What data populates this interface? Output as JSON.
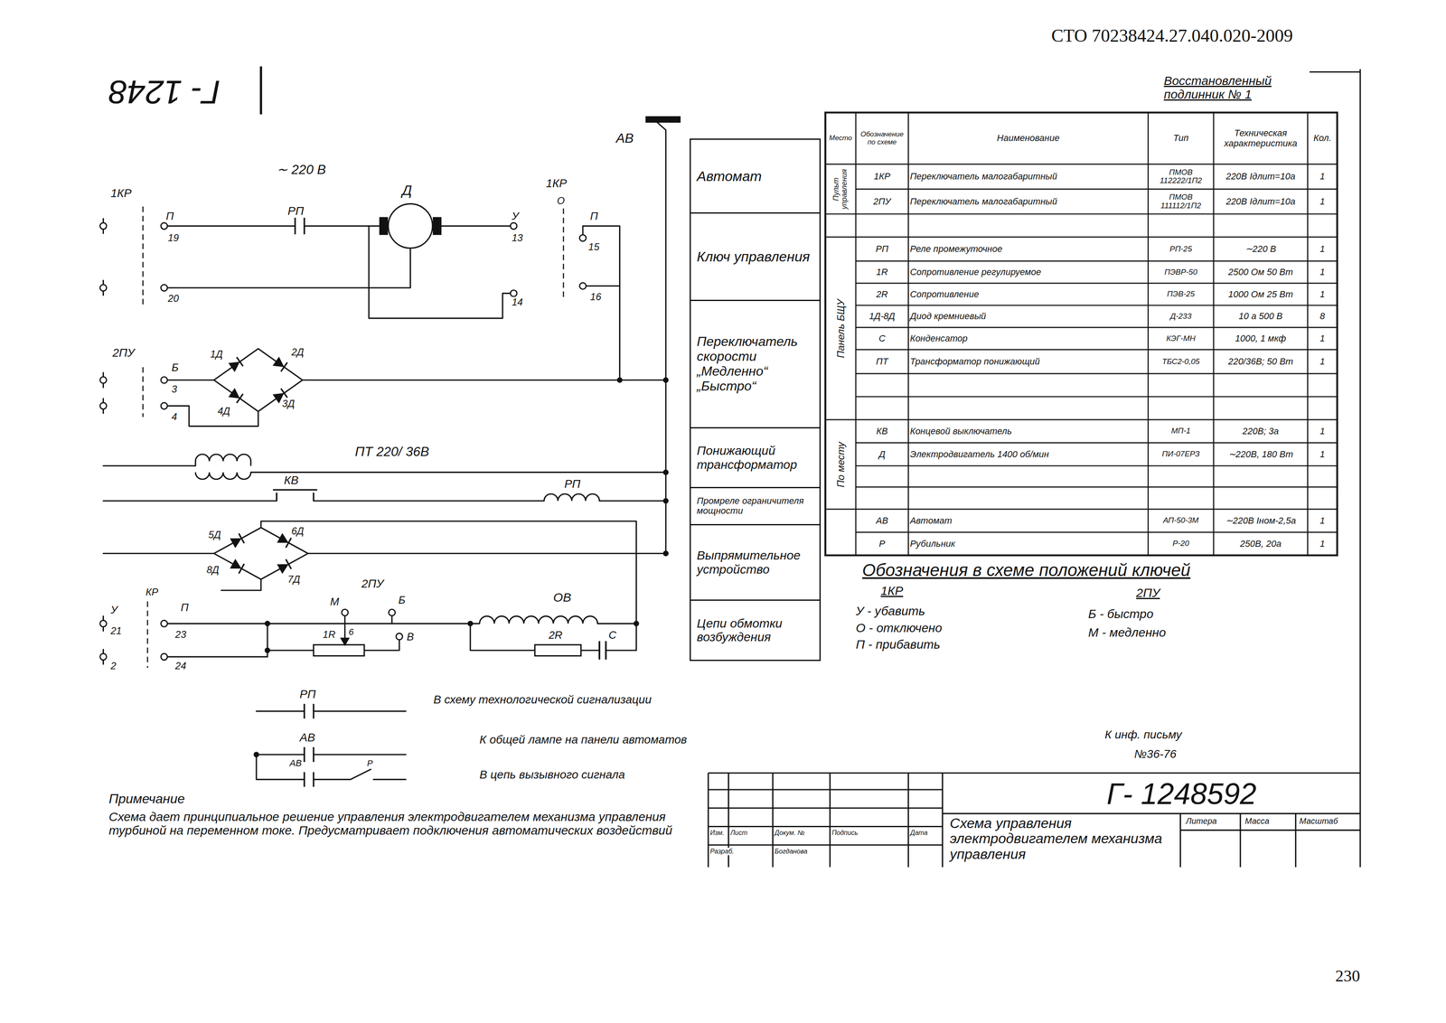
{
  "diagram": {
    "nodes": [
      {
        "text": [
          "Автомат"
        ]
      },
      {
        "text": [
          "Ключ управления"
        ]
      },
      {
        "text": [
          "Переключатель скорости „Медленно“ „Быстро“"
        ]
      },
      {
        "text": [
          "Понижающий трансформатор"
        ]
      },
      {
        "text": [
          "Промреле ограничителя мощности"
        ]
      },
      {
        "text": [
          "Выпрямительное устройство"
        ]
      },
      {
        "text": [
          "Цепи обмотки возбуждения"
        ]
      }
    ],
    "labels": [
      "СТО 70238424.27.040.020-2009",
      "230",
      "Г- 1248",
      "АВ",
      "∼ 220 В",
      "1КР",
      "П",
      "19",
      "РП",
      "Д",
      "У",
      "13",
      "1КР",
      "О",
      "П",
      "15",
      "20",
      "14",
      "16",
      "2ПУ",
      "Б",
      "3",
      "4",
      "1Д",
      "2Д",
      "4Д",
      "3Д",
      "ПТ 220/ 36В",
      "КВ",
      "РП",
      "5Д",
      "6Д",
      "8Д",
      "7Д",
      "КР",
      "У",
      "П",
      "21",
      "23",
      "2",
      "24",
      "М",
      "2ПУ",
      "Б",
      "6",
      "В",
      "ОВ",
      "1R",
      "2R",
      "С",
      "РП",
      "В схему технологической сигнализации",
      "АВ",
      "К общей лампе на панели автоматов",
      "АВ",
      "Р",
      "В цепь вызывного сигнала",
      "Примечание",
      "Схема дает принципиальное решение управления электродвигателем механизма управления турбиной на переменном токе. Предусматривает подключения автоматических воздействий",
      "Восстановленный подлинник № 1",
      "Обозначения в схеме положений ключей",
      "1КР",
      "2ПУ",
      "У - убавить",
      "О - отключено",
      "П - прибавить",
      "Б - быстро",
      "М - медленно",
      "К инф. письму",
      "№36-76",
      "Г- 1248592",
      "Схема управления электродвигателем механизма управления",
      "Литера",
      "Масса",
      "Масштаб",
      "Изм.",
      "Лист",
      "Докум. №",
      "Подпись",
      "Дата",
      "Разраб.",
      "Богданова",
      "Место",
      "Обозначение по схеме",
      "Наименование",
      "Тип",
      "Техническая характеристика",
      "Кол.",
      "Пульт управления",
      "Панель БЩУ",
      "По месту",
      "1КР",
      "Переключатель малогабаритный",
      "ПМОВ 112222/1П2",
      "220В Iдлит=10а",
      "1",
      "2ПУ",
      "Переключатель малогабаритный",
      "ПМОВ 111112/1П2",
      "220В Iдлит=10а",
      "1",
      "РП",
      "Реле промежуточное",
      "РП-25",
      "∼220 В",
      "1",
      "1R",
      "Сопротивление регулируемое",
      "ПЭВР-50",
      "2500 Ом 50 Вт",
      "1",
      "2R",
      "Сопротивление",
      "ПЭВ-25",
      "1000 Ом 25 Вт",
      "1",
      "1Д-8Д",
      "Диод кремниевый",
      "Д-233",
      "10 а 500 В",
      "8",
      "С",
      "Конденсатор",
      "КЭГ-МН",
      "1000, 1 мкф",
      "1",
      "ПТ",
      "Трансформатор понижающий",
      "ТБС2-0,05",
      "220/36В; 50 Вт",
      "1",
      "КВ",
      "Концевой выключатель",
      "МП-1",
      "220В; 3а",
      "1",
      "Д",
      "Электродвигатель 1400 об/мин",
      "ПИ-07ЕРЗ",
      "∼220В, 180 Вт",
      "1",
      "АВ",
      "Автомат",
      "АП-50-3М",
      "∼220В Iном-2,5а",
      "1",
      "Р",
      "Рубильник",
      "Р-20",
      "250В, 20а",
      "1"
    ]
  }
}
